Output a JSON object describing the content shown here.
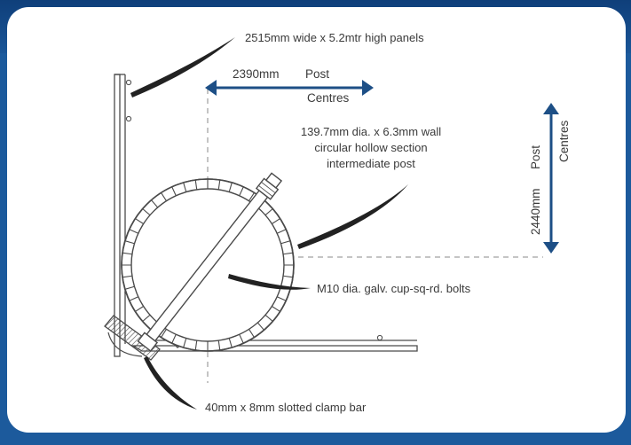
{
  "colors": {
    "background": "#1c5a9c",
    "arrow": "#1d4f86",
    "line": "#4a4a4a",
    "card": "#ffffff"
  },
  "labels": {
    "panels": "2515mm wide x 5.2mtr high panels",
    "post_centres_h_value": "2390mm",
    "post_centres_h_word1": "Post",
    "post_centres_h_word2": "Centres",
    "post_desc_line1": "139.7mm dia. x 6.3mm wall",
    "post_desc_line2": "circular hollow section",
    "post_desc_line3": "intermediate post",
    "post_centres_v_value": "2440mm",
    "post_centres_v_word1": "Post",
    "post_centres_v_word2": "Centres",
    "bolts": "M10 dia. galv. cup-sq-rd. bolts",
    "clamp_bar": "40mm x 8mm slotted clamp bar"
  }
}
